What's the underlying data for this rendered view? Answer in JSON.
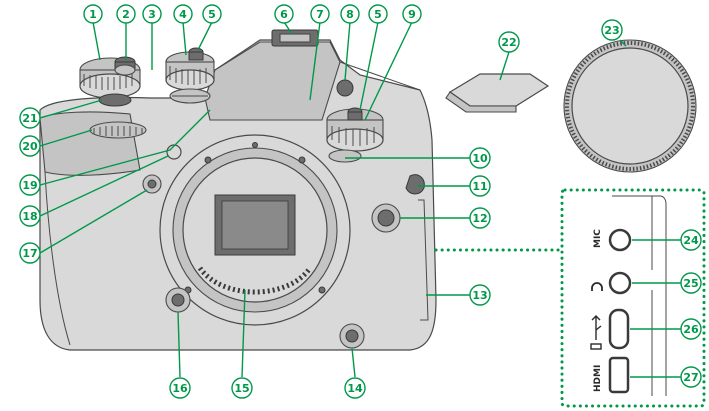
{
  "callouts": {
    "c1": "1",
    "c2": "2",
    "c3": "3",
    "c4": "4",
    "c5a": "5",
    "c5b": "5",
    "c6": "6",
    "c7": "7",
    "c8": "8",
    "c9": "9",
    "c10": "10",
    "c11": "11",
    "c12": "12",
    "c13": "13",
    "c14": "14",
    "c15": "15",
    "c16": "16",
    "c17": "17",
    "c18": "18",
    "c19": "19",
    "c20": "20",
    "c21": "21",
    "c22": "22",
    "c23": "23",
    "c24": "24",
    "c25": "25",
    "c26": "26",
    "c27": "27"
  },
  "ports": {
    "mic_label": "MIC",
    "hdmi_label": "HDMI"
  },
  "accent_color": "#00984a"
}
